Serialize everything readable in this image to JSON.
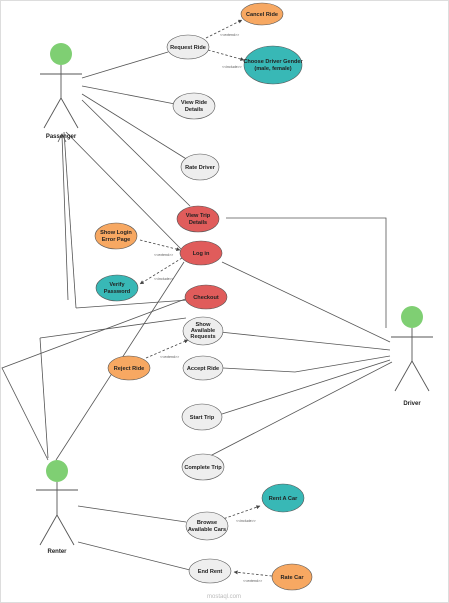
{
  "colors": {
    "gray": "#eeeeee",
    "orange": "#f7a862",
    "teal": "#38b8b6",
    "red": "#e05c5b",
    "actor_head": "#7fcf73",
    "stroke": "#555555"
  },
  "actors": {
    "passenger": "Passenger",
    "driver": "Driver",
    "renter": "Renter"
  },
  "use_cases": {
    "cancel_ride": [
      "Cancel Ride"
    ],
    "request_ride": [
      "Request Ride"
    ],
    "choose_gender": [
      "Choose Driver Gender",
      "(male, female)"
    ],
    "view_ride_details": [
      "View Ride",
      "Details"
    ],
    "rate_driver": [
      "Rate Driver"
    ],
    "view_trip_details": [
      "View Trip",
      "Details"
    ],
    "show_login_error": [
      "Show Login",
      "Error Page"
    ],
    "log_in": [
      "Log in"
    ],
    "verify_password": [
      "Verify",
      "Password"
    ],
    "checkout": [
      "Checkout"
    ],
    "show_requests": [
      "Show",
      "Available",
      "Requests"
    ],
    "reject_ride": [
      "Reject Ride"
    ],
    "accept_ride": [
      "Accept Ride"
    ],
    "start_trip": [
      "Start Trip"
    ],
    "complete_trip": [
      "Complete Trip"
    ],
    "rent_a_car": [
      "Rent A Car"
    ],
    "browse_cars": [
      "Browse",
      "Available Cars"
    ],
    "end_rent": [
      "End Rent"
    ],
    "rate_car": [
      "Rate Car"
    ]
  },
  "stereotypes": {
    "extend": "<<extend>>",
    "include": "<<include>>"
  },
  "watermark": "mostaql.com"
}
